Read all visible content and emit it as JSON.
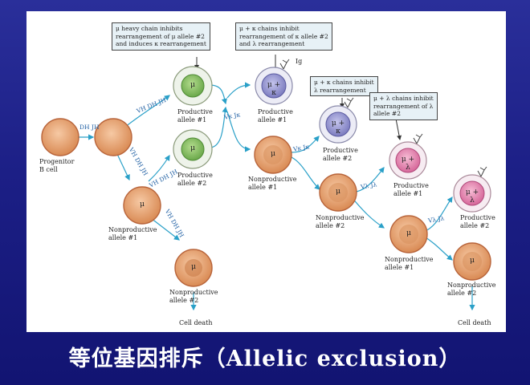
{
  "title": "等位基因排斥（Allelic exclusion）",
  "cells": {
    "progenitor": "Progenitor\nB cell",
    "mu": "μ",
    "mu_kappa": "μ + κ",
    "mu_lambda": "μ + λ"
  },
  "labels": {
    "prod1": "Productive\nallele #1",
    "prod2": "Productive\nallele #2",
    "nonprod1": "Nonproductive\nallele #1",
    "nonprod2": "Nonproductive\nallele #2",
    "celldeath": "Cell death",
    "ig": "Ig"
  },
  "genes": {
    "dj": "DH JH",
    "vdj": "VH DH JH",
    "vkjk": "Vκ Jκ",
    "vljl": "Vλ Jλ"
  },
  "boxes": {
    "b1": "μ heavy chain inhibits\nrearrangement of μ allele #2\nand induces κ rearrangement",
    "b2": "μ + κ chains inhibit\nrearrangement of κ allele #2\nand λ rearrangement",
    "b3": "μ + κ chains inhibit\nλ rearrangement",
    "b4": "μ + λ chains inhibit\nrearrangement of λ\nallele #2"
  },
  "colors": {
    "background": "#1c1f86",
    "arrow": "#2aa0c8",
    "orange_cell": "#e9a878",
    "green_cell": "#8cc46e",
    "purple_cell": "#9a9ad2",
    "pink_cell": "#e88ab4"
  }
}
